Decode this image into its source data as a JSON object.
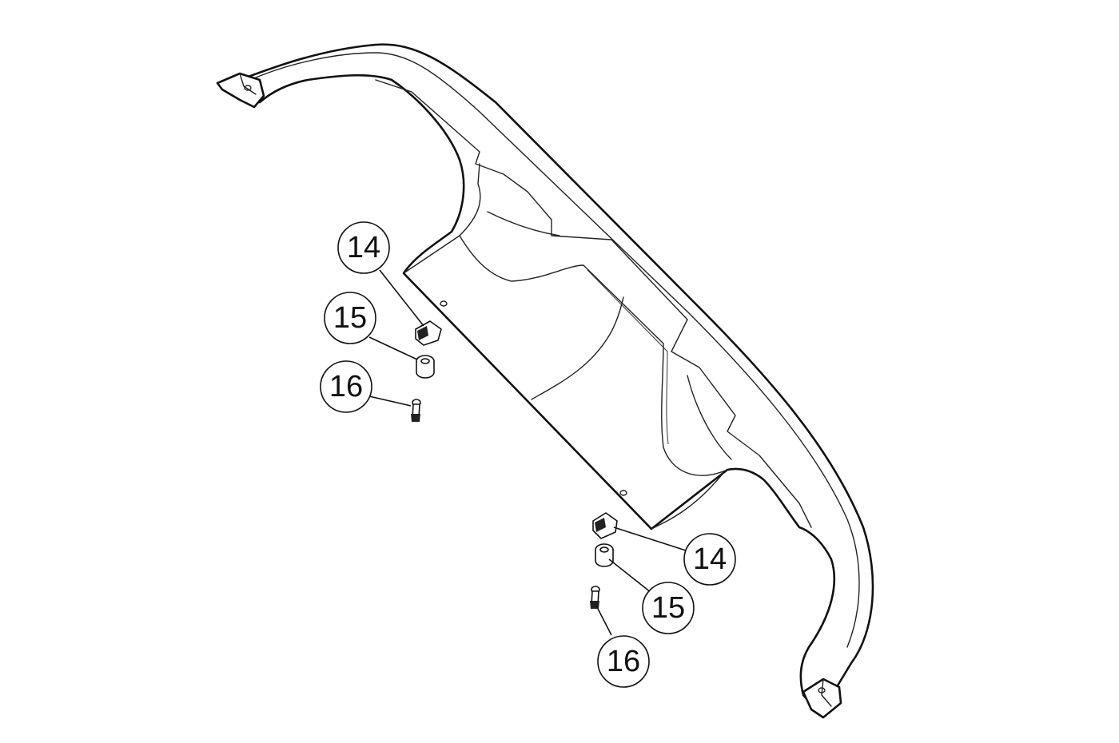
{
  "diagram": {
    "colors": {
      "line": "#111111",
      "background": "#ffffff"
    },
    "callouts": [
      {
        "id": "callout-14-left",
        "label": "14"
      },
      {
        "id": "callout-15-left",
        "label": "15"
      },
      {
        "id": "callout-16-left",
        "label": "16"
      },
      {
        "id": "callout-14-right",
        "label": "14"
      },
      {
        "id": "callout-15-right",
        "label": "15"
      },
      {
        "id": "callout-16-right",
        "label": "16"
      }
    ]
  }
}
